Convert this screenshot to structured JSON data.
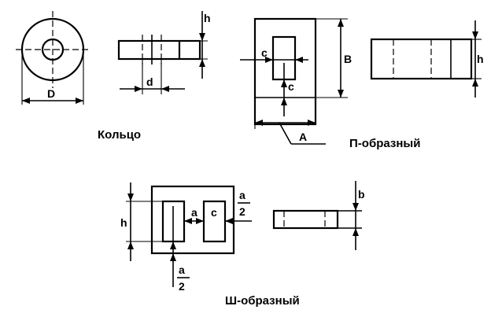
{
  "captions": {
    "ring": "Кольцо",
    "u_shaped": "П-образный",
    "sh_shaped": "Ш-образный"
  },
  "labels": {
    "D": "D",
    "d": "d",
    "h": "h",
    "c": "c",
    "B": "B",
    "A": "A",
    "a": "a",
    "two": "2",
    "b": "b"
  }
}
